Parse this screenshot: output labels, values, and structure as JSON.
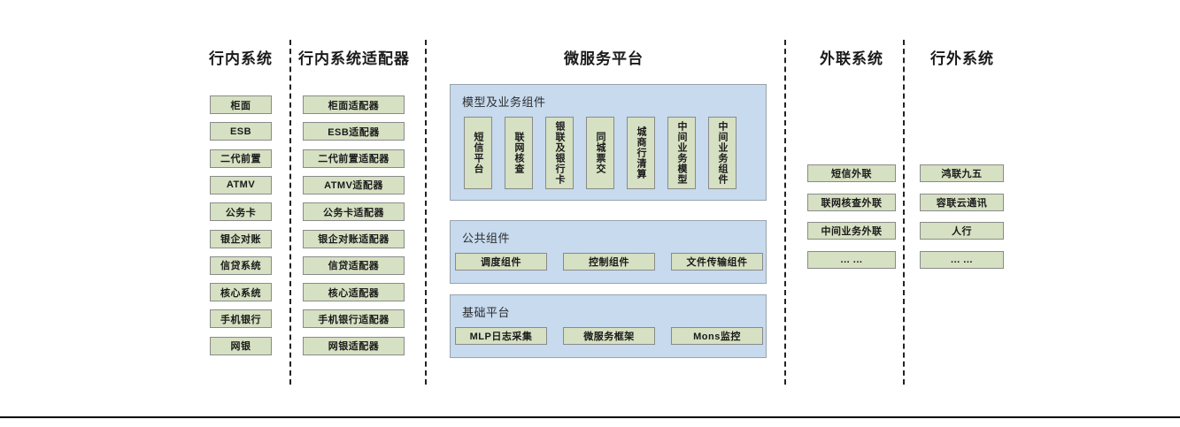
{
  "columns": [
    {
      "id": "internal-systems",
      "title": "行内系统",
      "items": [
        "柜面",
        "ESB",
        "二代前置",
        "ATMV",
        "公务卡",
        "银企对账",
        "信贷系统",
        "核心系统",
        "手机银行",
        "网银"
      ]
    },
    {
      "id": "internal-adapters",
      "title": "行内系统适配器",
      "items": [
        "柜面适配器",
        "ESB适配器",
        "二代前置适配器",
        "ATMV适配器",
        "公务卡适配器",
        "银企对账适配器",
        "信贷适配器",
        "核心适配器",
        "手机银行适配器",
        "网银适配器"
      ]
    },
    {
      "id": "microservice-platform",
      "title": "微服务平台"
    },
    {
      "id": "external-link-systems",
      "title": "外联系统",
      "items": [
        "短信外联",
        "联网核查外联",
        "中间业务外联",
        "... ..."
      ]
    },
    {
      "id": "outside-bank-systems",
      "title": "行外系统",
      "items": [
        "鸿联九五",
        "容联云通讯",
        "人行",
        "... ..."
      ]
    }
  ],
  "platform": {
    "groups": [
      {
        "id": "model-business-components",
        "label": "模型及业务组件",
        "orientation": "vertical",
        "items": [
          "短信平台",
          "联网核查",
          "银联及银行卡",
          "同城票交",
          "城商行清算",
          "中间业务模型",
          "中间业务组件"
        ]
      },
      {
        "id": "public-components",
        "label": "公共组件",
        "orientation": "horizontal",
        "items": [
          "调度组件",
          "控制组件",
          "文件传输组件"
        ]
      },
      {
        "id": "base-platform",
        "label": "基础平台",
        "orientation": "horizontal",
        "items": [
          "MLP日志采集",
          "微服务框架",
          "Mons监控"
        ]
      }
    ]
  },
  "colors": {
    "node_fill": "#d6e0c2",
    "node_border": "#8a8a8a",
    "panel_fill": "#c7daee",
    "panel_border": "#9aa3ad",
    "divider": "#222222",
    "text": "#1a1a1a"
  }
}
